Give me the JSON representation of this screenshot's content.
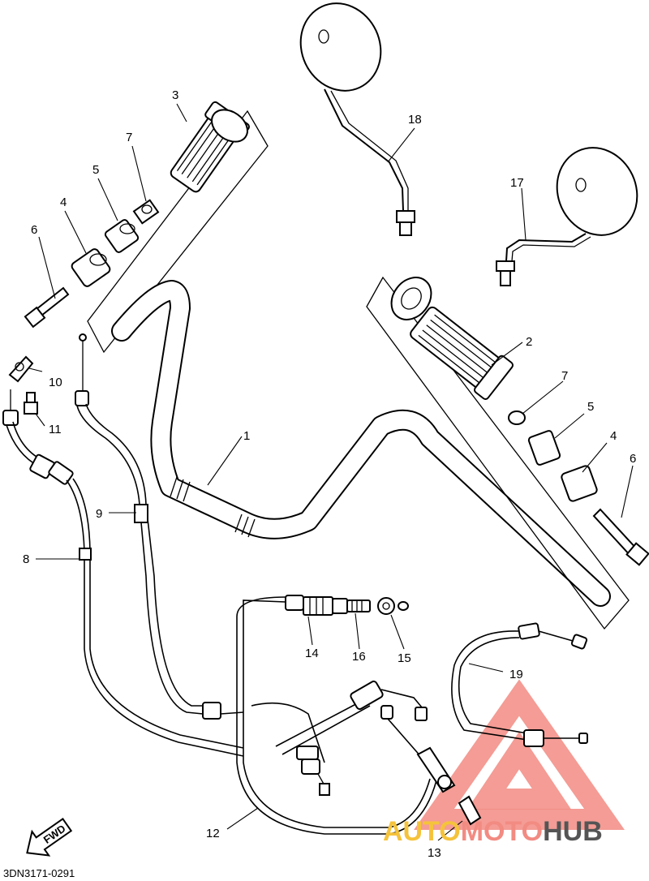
{
  "diagram_code": "3DN3171-0291",
  "fwd_label": "FWD",
  "watermark": {
    "text_a": "AUTO",
    "text_b": "MOTO",
    "text_c": "HUB",
    "color_a": "#f5c33b",
    "color_b": "#f28b82",
    "color_c": "#555555"
  },
  "callouts": {
    "c1": "1",
    "c2": "2",
    "c3": "3",
    "c4a": "4",
    "c4b": "4",
    "c5a": "5",
    "c5b": "5",
    "c6a": "6",
    "c6b": "6",
    "c7a": "7",
    "c7b": "7",
    "c8": "8",
    "c9": "9",
    "c10": "10",
    "c11": "11",
    "c12": "12",
    "c13": "13",
    "c14": "14",
    "c15": "15",
    "c16": "16",
    "c17": "17",
    "c18": "18",
    "c19": "19"
  }
}
